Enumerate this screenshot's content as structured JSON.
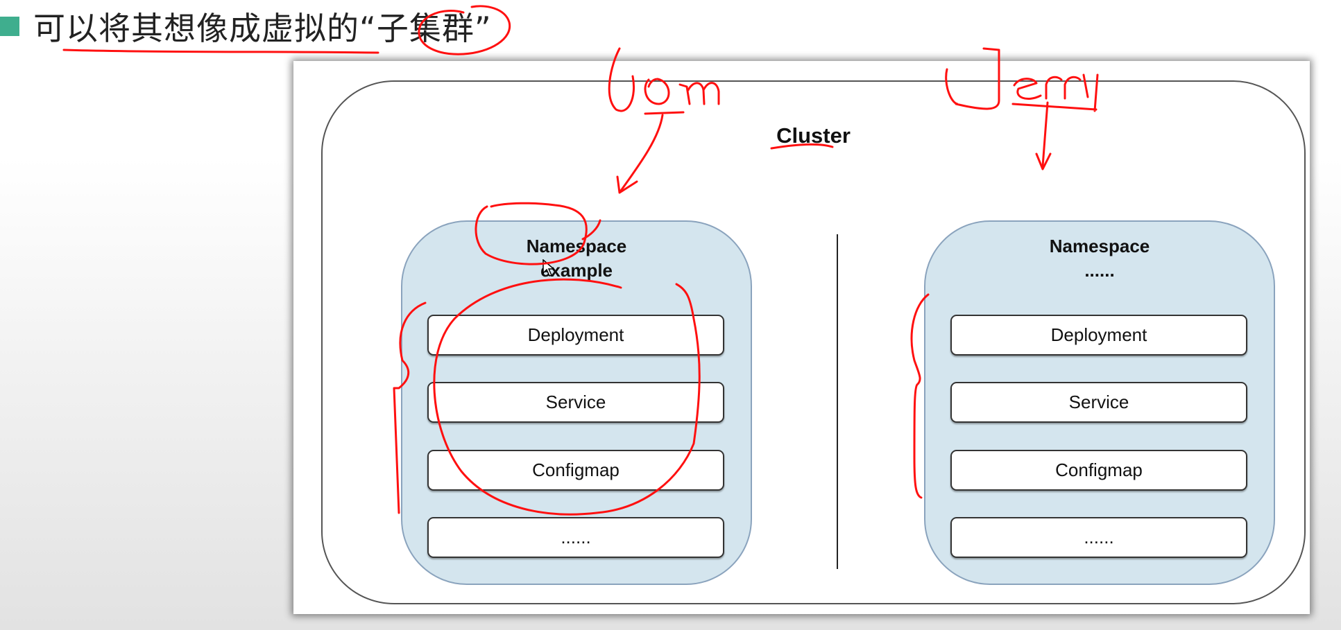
{
  "heading": {
    "bullet_text": "可以将其想像成虚拟的“子集群”"
  },
  "diagram": {
    "cluster_label": "Cluster",
    "namespaces": [
      {
        "title_line1": "Namespace",
        "title_line2": "example",
        "resources": [
          "Deployment",
          "Service",
          "Configmap",
          "......"
        ]
      },
      {
        "title_line1": "Namespace",
        "title_line2": "......",
        "resources": [
          "Deployment",
          "Service",
          "Configmap",
          "......"
        ]
      }
    ]
  },
  "colors": {
    "bullet": "#3fae8e",
    "namespace_fill": "#d4e5ee",
    "namespace_border": "#8aa3bd",
    "annotation": "#ff1010"
  },
  "annotations": {
    "left_handwriting": "tom",
    "right_handwriting": "Jerry"
  }
}
